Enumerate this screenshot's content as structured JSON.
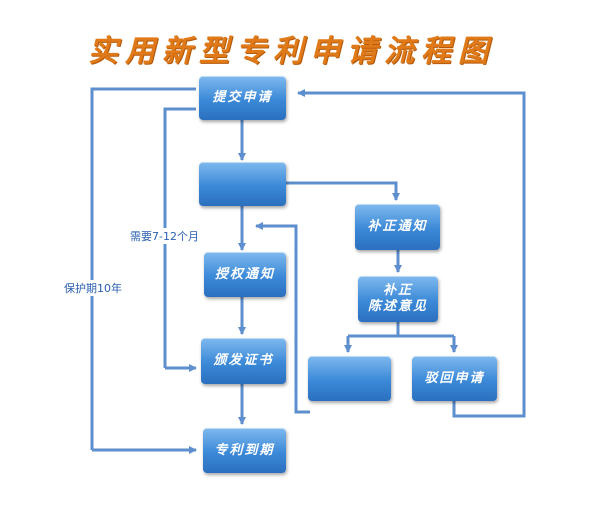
{
  "title": "实用新型专利申请流程图",
  "colors": {
    "box": "#3b89d8",
    "arrow": "#5d8fcf",
    "title": "#e07a18",
    "label": "#2a5fb0"
  },
  "boxes": {
    "submit": "提交申请",
    "review": "",
    "correction": "补正通知",
    "statement_line1": "补正",
    "statement_line2": "陈述意见",
    "grant_notice": "授权通知",
    "certificate": "颁发证书",
    "reexamine": "",
    "reject": "驳回申请",
    "expiry": "专利到期"
  },
  "labels": {
    "duration": "需要7-12个月",
    "protection": "保护期10年"
  }
}
